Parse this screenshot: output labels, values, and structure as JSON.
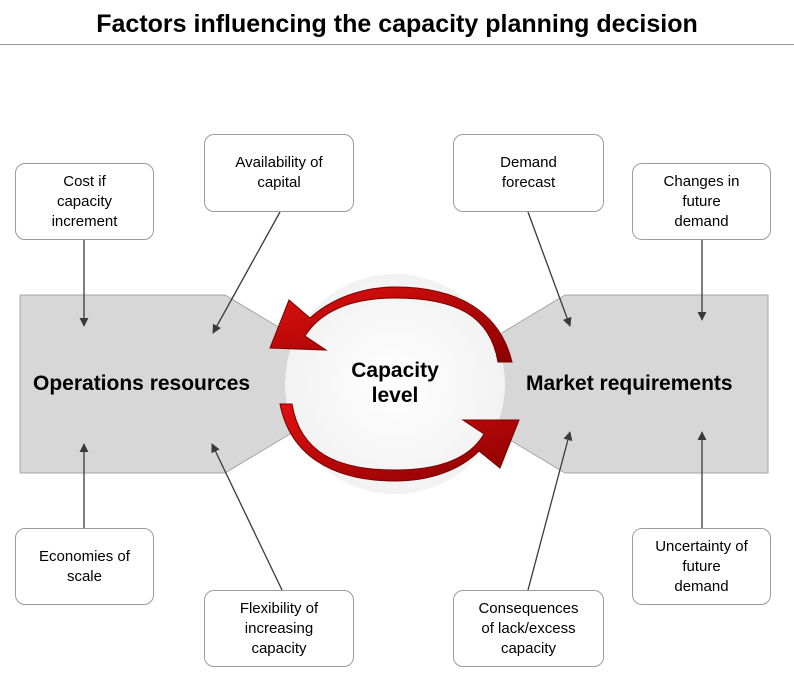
{
  "title": "Factors influencing the capacity planning decision",
  "center": {
    "line1": "Capacity",
    "line2": "level"
  },
  "left_block": {
    "label": "Operations resources"
  },
  "right_block": {
    "label": "Market requirements"
  },
  "factors": {
    "cost_increment": [
      "Cost if",
      "capacity",
      "increment"
    ],
    "availability_capital": [
      "Availability of",
      "capital"
    ],
    "demand_forecast": [
      "Demand",
      "forecast"
    ],
    "changes_future_demand": [
      "Changes in",
      "future",
      "demand"
    ],
    "economies_scale": [
      "Economies of",
      "scale"
    ],
    "flexibility_capacity": [
      "Flexibility of",
      "increasing",
      "capacity"
    ],
    "consequences_capacity": [
      "Consequences",
      "of lack/excess",
      "capacity"
    ],
    "uncertainty_demand": [
      "Uncertainty of",
      "future",
      "demand"
    ]
  },
  "colors": {
    "block_fill": "#d7d7d7",
    "block_border": "#a6a6a6",
    "cycle_arrow_fill": "#c00000",
    "cycle_arrow_dark": "#7a0000",
    "connector": "#3a3a3a"
  }
}
